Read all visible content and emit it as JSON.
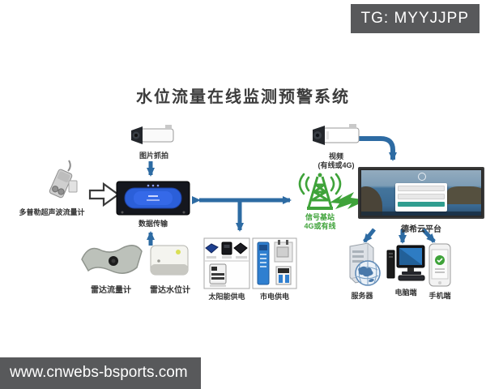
{
  "badge_top": "TG: MYYJJPP",
  "watermark": "www.cnwebs-bsports.com",
  "title": "水位流量在线监测预警系统",
  "nodes": {
    "snapshot_camera": {
      "label": "图片抓拍"
    },
    "doppler_flowmeter": {
      "label": "多普勒超声波流量计"
    },
    "data_transmission_unit": {
      "label": "数据传输"
    },
    "radar_flowmeter": {
      "label": "雷达流量计"
    },
    "radar_level_meter": {
      "label": "雷达水位计"
    },
    "solar_power": {
      "label": "太阳能供电"
    },
    "mains_power": {
      "label": "市电供电"
    },
    "base_station": {
      "label_line1": "信号基站",
      "label_line2": "4G或有线"
    },
    "video_camera": {
      "label_line1": "视频",
      "label_line2": "(有线或4G)"
    },
    "cloud_platform": {
      "label": "德希云平台"
    },
    "server": {
      "label": "服务器"
    },
    "pc_client": {
      "label": "电脑端"
    },
    "phone_client": {
      "label": "手机端"
    }
  },
  "colors": {
    "arrow_blue": "#2d6ba3",
    "station_green": "#3fa33a",
    "badge_bg": "#58595b",
    "dtu_panel_blue": "#2b5fd9",
    "title_text": "#3c3c3c"
  }
}
